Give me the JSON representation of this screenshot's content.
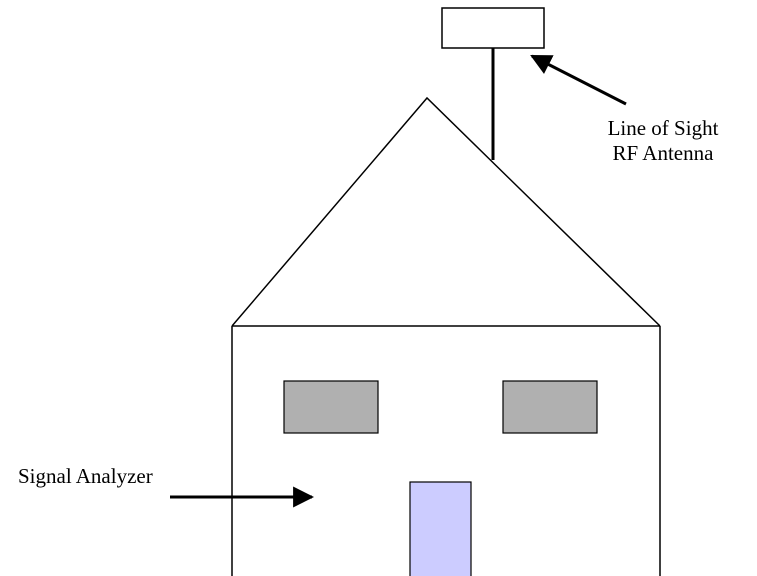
{
  "labels": {
    "antenna_line1": "Line of Sight",
    "antenna_line2": "RF Antenna",
    "analyzer": "Signal Analyzer"
  },
  "colors": {
    "outline": "#000000",
    "background": "#ffffff",
    "window_fill": "#b0b0b0",
    "door_fill": "#ccccff"
  }
}
